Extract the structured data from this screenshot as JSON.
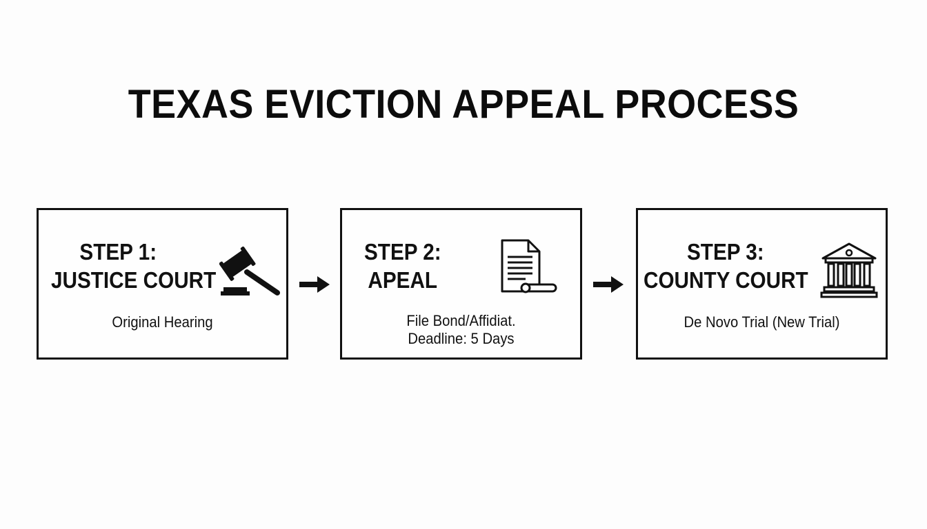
{
  "title": "TEXAS EVICTION APPEAL PROCESS",
  "steps": [
    {
      "heading_line1": "STEP 1:",
      "heading_line2": "JUSTICE COURT",
      "sub_lines": [
        "Original Hearing"
      ],
      "icon": "gavel-icon"
    },
    {
      "heading_line1": "STEP 2:",
      "heading_line2": "APEAL",
      "sub_lines": [
        "File Bond/Affidiat.",
        "Deadline: 5 Days"
      ],
      "icon": "document-scroll-icon"
    },
    {
      "heading_line1": "STEP 3:",
      "heading_line2": "COUNTY COURT",
      "sub_lines": [
        "De Novo Trial (New Trial)"
      ],
      "icon": "courthouse-icon"
    }
  ],
  "colors": {
    "background": "#fdfdfd",
    "ink": "#111111"
  }
}
